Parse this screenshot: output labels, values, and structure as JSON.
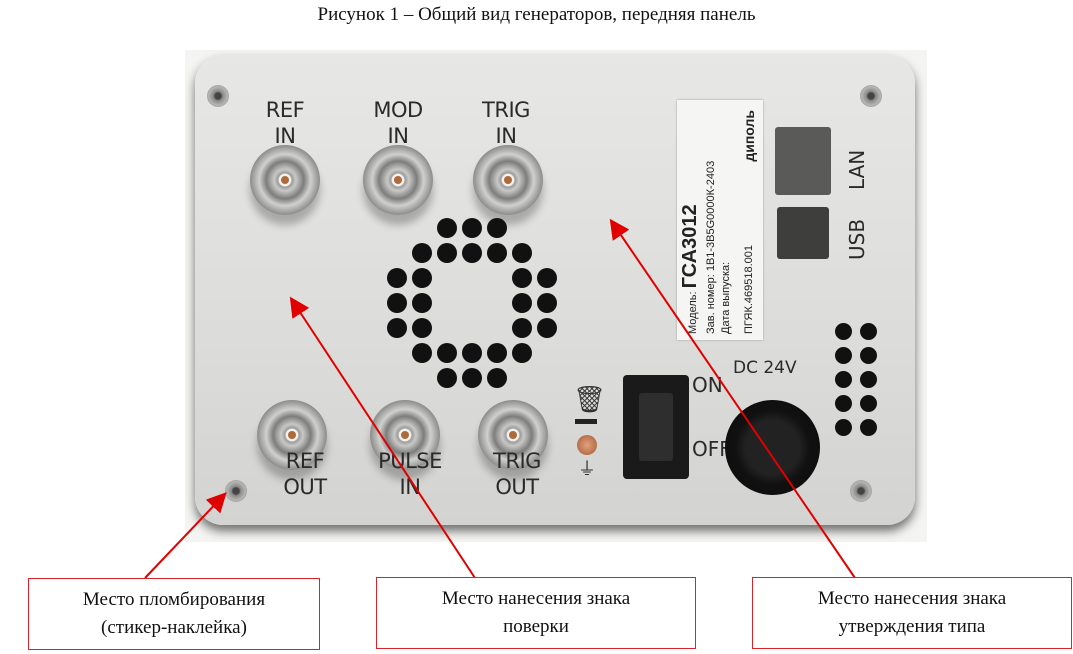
{
  "caption": "Рисунок 1 – Общий вид генераторов, передняя панель",
  "panel": {
    "connectors_top": [
      {
        "line1": "REF",
        "line2": "IN"
      },
      {
        "line1": "MOD",
        "line2": "IN"
      },
      {
        "line1": "TRIG",
        "line2": "IN"
      }
    ],
    "connectors_bottom": [
      {
        "line1": "REF",
        "line2": "OUT"
      },
      {
        "line1": "PULSE",
        "line2": "IN"
      },
      {
        "line1": "TRIG",
        "line2": "OUT"
      }
    ],
    "switch_on": "ON",
    "switch_off": "OFF",
    "dc_label": "DC 24V",
    "lan_label": "LAN",
    "usb_label": "USB",
    "sticker": {
      "model_label": "Модель:",
      "model": "ГСА3012",
      "serial": "Зав. номер: 1В1-3В5G0000К-2403",
      "date": "Дата выпуска:",
      "doc": "ПГЯК.469518.001",
      "brand": "диполь"
    }
  },
  "callouts": [
    {
      "line1": "Место пломбирования",
      "line2": "(стикер-наклейка)"
    },
    {
      "line1": "Место нанесения знака",
      "line2": "поверки"
    },
    {
      "line1": "Место нанесения знака",
      "line2": "утверждения типа"
    }
  ],
  "colors": {
    "callout_border": "#d8232a",
    "arrow": "#e00000"
  }
}
